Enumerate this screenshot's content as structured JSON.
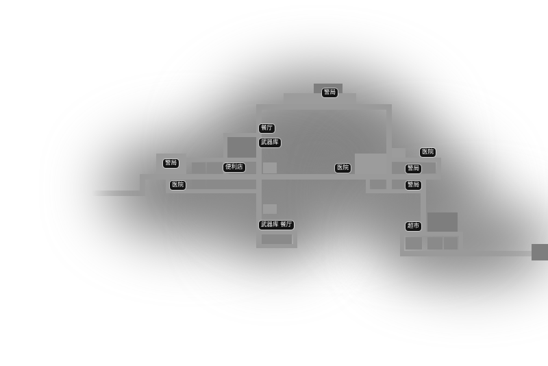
{
  "map": {
    "labels": {
      "police_top": "警局",
      "police_left": "警局",
      "restaurant_upper": "餐厅",
      "armory_upper": "武器库",
      "convenience_store": "便利店",
      "hospital_left": "医院",
      "hospital_center": "医院",
      "hospital_right": "医院",
      "police_right_upper": "警局",
      "police_right_lower": "警局",
      "armory_restaurant_lower": "武器库 餐厅",
      "supermarket": "超市"
    }
  }
}
